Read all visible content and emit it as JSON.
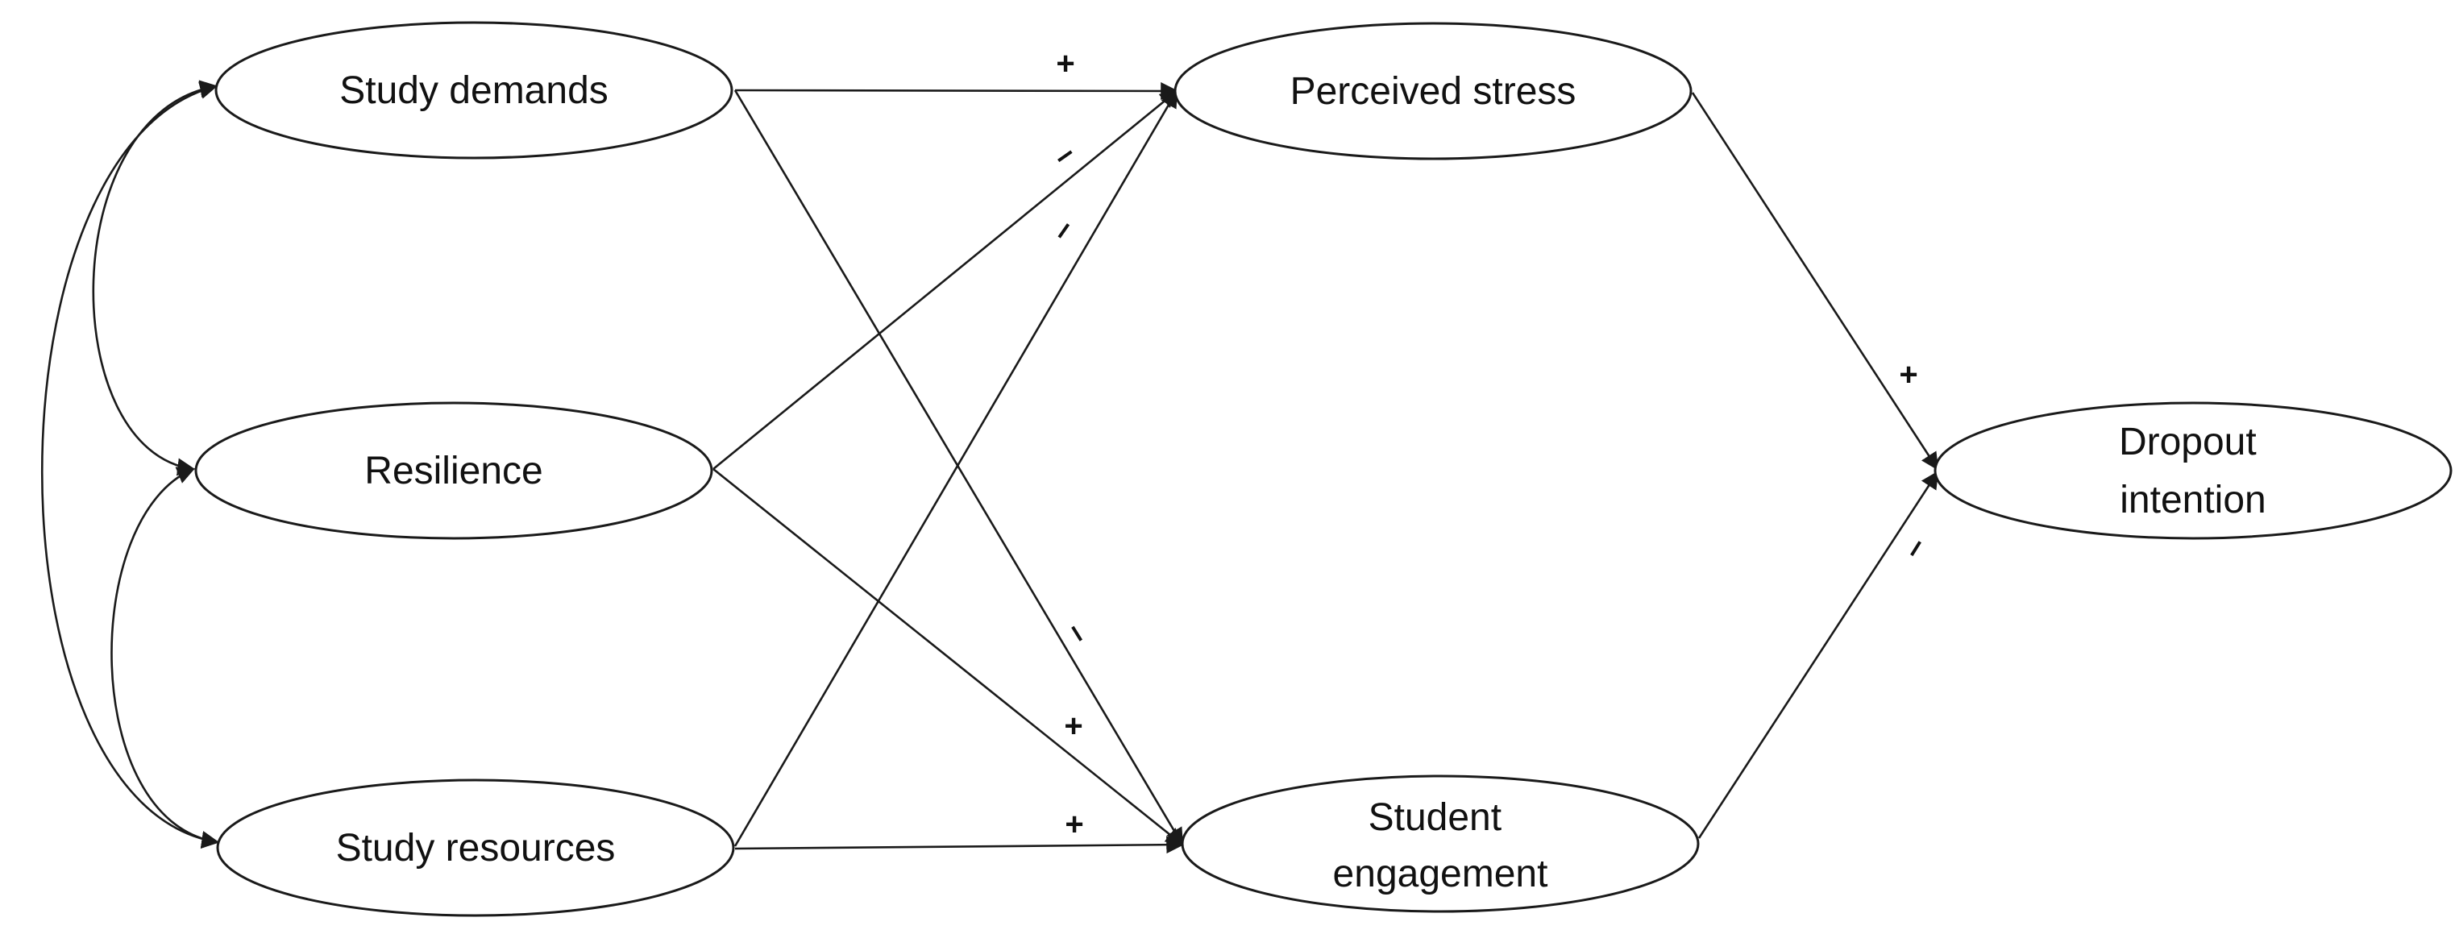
{
  "nodes": {
    "study_demands": "Study demands",
    "resilience": "Resilience",
    "study_resources": "Study resources",
    "perceived_stress": "Perceived stress",
    "student_engagement": [
      "Student",
      "engagement"
    ],
    "dropout_intention": [
      "Dropout",
      "intention"
    ]
  },
  "signs": {
    "demands_to_stress": "+",
    "resilience_to_stress": "–",
    "resources_to_stress": "–",
    "demands_to_engagement": "–",
    "resilience_to_engagement": "+",
    "resources_to_engagement": "+",
    "stress_to_dropout": "+",
    "engagement_to_dropout": "–"
  },
  "colors": {
    "stroke": "#1a1a1a",
    "text": "#111111",
    "background": "#ffffff"
  }
}
